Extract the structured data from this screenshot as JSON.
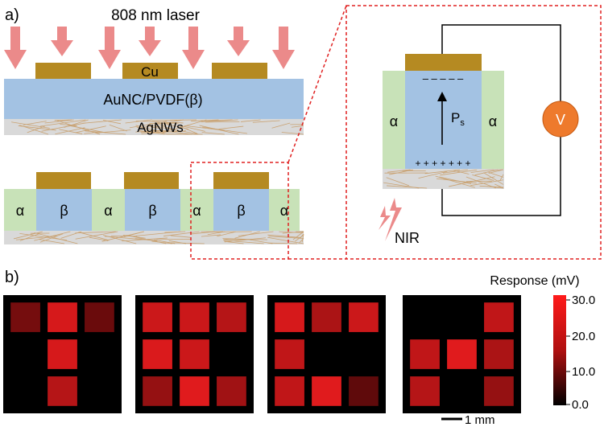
{
  "panel_a": {
    "label": "a)",
    "laser_label": "808 nm laser",
    "top_device": {
      "electrode_label": "Cu",
      "film_label": "AuNC/PVDF(β)",
      "substrate_label": "AgNWs"
    },
    "array_cross_section": {
      "segments": [
        "α",
        "β",
        "α",
        "β",
        "α",
        "β",
        "α"
      ]
    },
    "zoom_cell": {
      "alpha_left": "α",
      "alpha_right": "α",
      "polarization_label": "P",
      "polarization_subscript": "s",
      "negative_charges": "– – – – –",
      "positive_charges": "+ + + + + + +",
      "voltmeter_label": "V",
      "nir_label": "NIR"
    }
  },
  "panel_b": {
    "label": "b)",
    "colorbar_title": "Response (mV)",
    "colorbar_ticks": [
      "30.0",
      "20.0",
      "10.0",
      "0.0"
    ],
    "scale_bar_label": "1 mm",
    "colors": {
      "high": "#e8181c",
      "low": "#000000"
    },
    "maps": [
      [
        [
          0.45,
          0.9,
          0.4
        ],
        [
          0.0,
          0.9,
          0.0
        ],
        [
          0.0,
          0.75,
          0.0
        ]
      ],
      [
        [
          0.85,
          0.85,
          0.75
        ],
        [
          0.92,
          0.85,
          0.0
        ],
        [
          0.6,
          0.95,
          0.65
        ]
      ],
      [
        [
          0.9,
          0.7,
          0.85
        ],
        [
          0.8,
          0.0,
          0.0
        ],
        [
          0.8,
          0.95,
          0.35
        ]
      ],
      [
        [
          0.0,
          0.0,
          0.8
        ],
        [
          0.8,
          0.95,
          0.7
        ],
        [
          0.75,
          0.0,
          0.6
        ]
      ]
    ]
  }
}
